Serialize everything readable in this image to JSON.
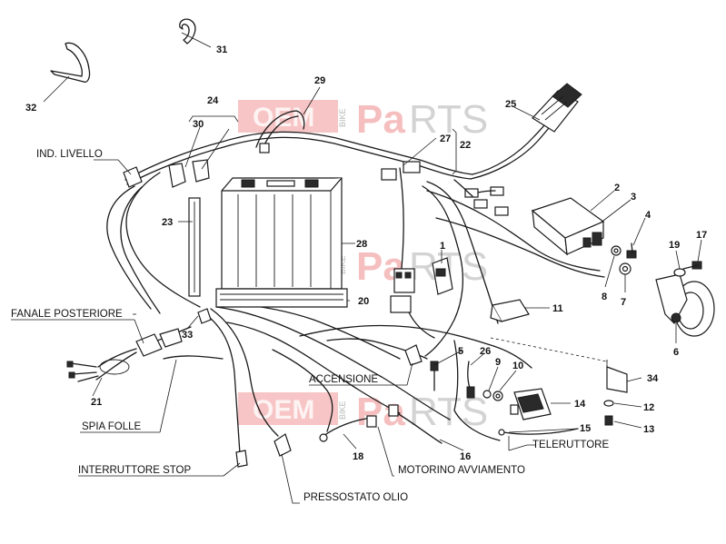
{
  "watermark": {
    "brand_left": "OEM",
    "brand_mid": "BIKE",
    "brand_right_a": "Pa",
    "brand_right_b": "RTS"
  },
  "labels": {
    "ind_livello": "IND. LIVELLO",
    "fanale_posteriore": "FANALE POSTERIORE",
    "accensione": "ACCENSIONE",
    "spia_folle": "SPIA FOLLE",
    "interruttore_stop": "INTERRUTTORE STOP",
    "pressostato_olio": "PRESSOSTATO OLIO",
    "motorino_avviamento": "MOTORINO AVVIAMENTO",
    "teleruttore": "TELERUTTORE"
  },
  "numbers": {
    "n1": "1",
    "n2": "2",
    "n3": "3",
    "n4": "4",
    "n5": "5",
    "n6": "6",
    "n7": "7",
    "n8": "8",
    "n9": "9",
    "n10": "10",
    "n11": "11",
    "n12": "12",
    "n13": "13",
    "n14": "14",
    "n15": "15",
    "n16": "16",
    "n17": "17",
    "n18": "18",
    "n19": "19",
    "n20": "20",
    "n21": "21",
    "n22": "22",
    "n23": "23",
    "n24": "24",
    "n25": "25",
    "n26": "26",
    "n27": "27",
    "n28": "28",
    "n29": "29",
    "n30": "30",
    "n31": "31",
    "n32": "32",
    "n33": "33",
    "n34": "34"
  },
  "colors": {
    "ink": "#1a1a1a",
    "watermark_red": "#e64b4b"
  }
}
